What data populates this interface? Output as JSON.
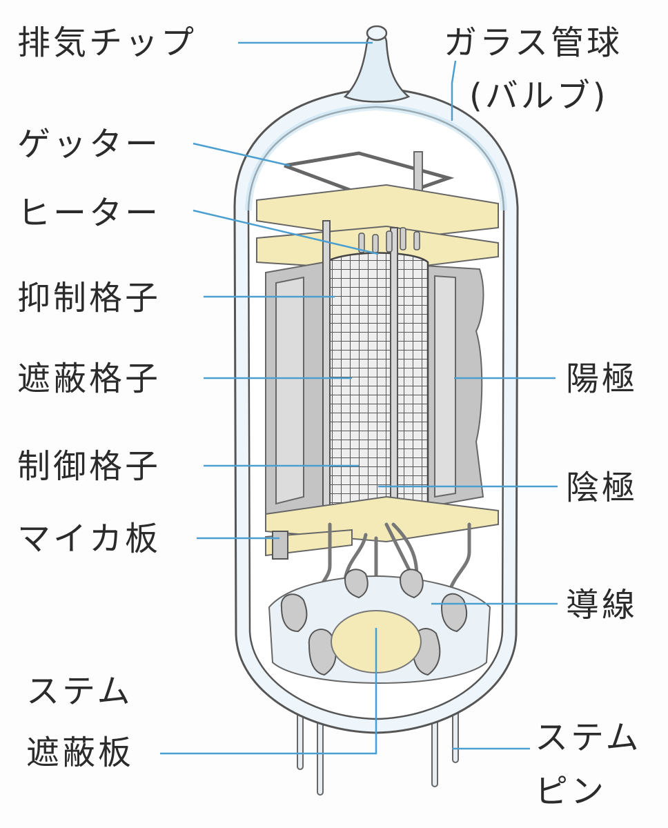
{
  "labels": {
    "exhaust_tip": "排気チップ",
    "glass_bulb_1": "ガラス管球",
    "glass_bulb_2": "(バルブ)",
    "getter": "ゲッター",
    "heater": "ヒーター",
    "suppressor_grid": "抑制格子",
    "screen_grid": "遮蔽格子",
    "anode": "陽極",
    "control_grid": "制御格子",
    "cathode": "陰極",
    "mica_plate": "マイカ板",
    "lead_wire": "導線",
    "stem_shield_1": "ステム",
    "stem_shield_2": "遮蔽板",
    "stem_pin_1": "ステム",
    "stem_pin_2": "ピン"
  },
  "colors": {
    "leader_line": "#4a9fd0",
    "glass_outline": "#555555",
    "glass_tint": "#d8ecf6",
    "mica": "#f3eab8",
    "electrode_gray": "#bfbfbf",
    "text": "#2b2b2b"
  }
}
